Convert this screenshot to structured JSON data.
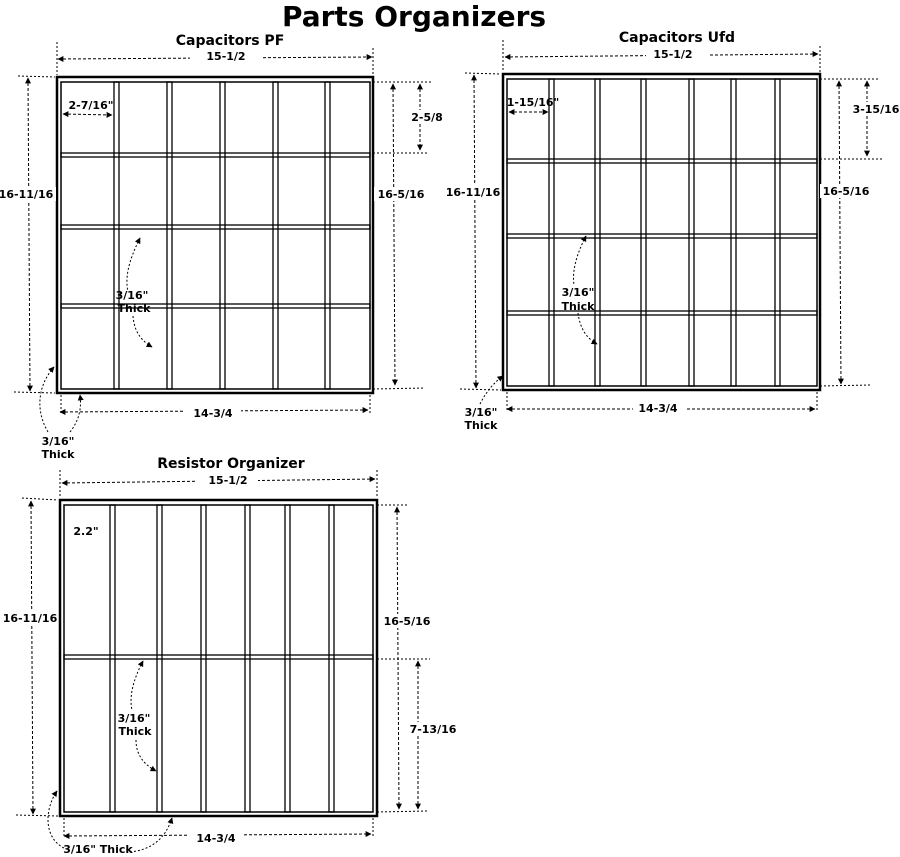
{
  "title": "Parts Organizers",
  "organizers": {
    "pf": {
      "title": "Capacitors  PF",
      "outer_width": "15-1/2",
      "inner_width": "14-3/4",
      "outer_height": "16-11/16",
      "inner_height": "16-5/16",
      "column_width": "2-7/16\"",
      "row_height": "2-5/8",
      "divider_thick_top": "3/16\"",
      "divider_thick_bottom": "Thick",
      "wall_thick_top": "3/16\"",
      "wall_thick_bottom": "Thick"
    },
    "ufd": {
      "title": "Capacitors Ufd",
      "outer_width": "15-1/2",
      "inner_width": "14-3/4",
      "outer_height": "16-11/16",
      "inner_height": "16-5/16",
      "column_width": "1-15/16\"",
      "row_height": "3-15/16",
      "divider_thick_top": "3/16\"",
      "divider_thick_bottom": "Thick",
      "wall_thick_top": "3/16\"",
      "wall_thick_bottom": "Thick"
    },
    "resistor": {
      "title": "Resistor Organizer",
      "outer_width": "15-1/2",
      "inner_width": "14-3/4",
      "outer_height": "16-11/16",
      "inner_height": "16-5/16",
      "column_width": "2.2\"",
      "lower_height": "7-13/16",
      "divider_thick_top": "3/16\"",
      "divider_thick_bottom": "Thick",
      "wall_thick": "3/16\" Thick"
    }
  }
}
